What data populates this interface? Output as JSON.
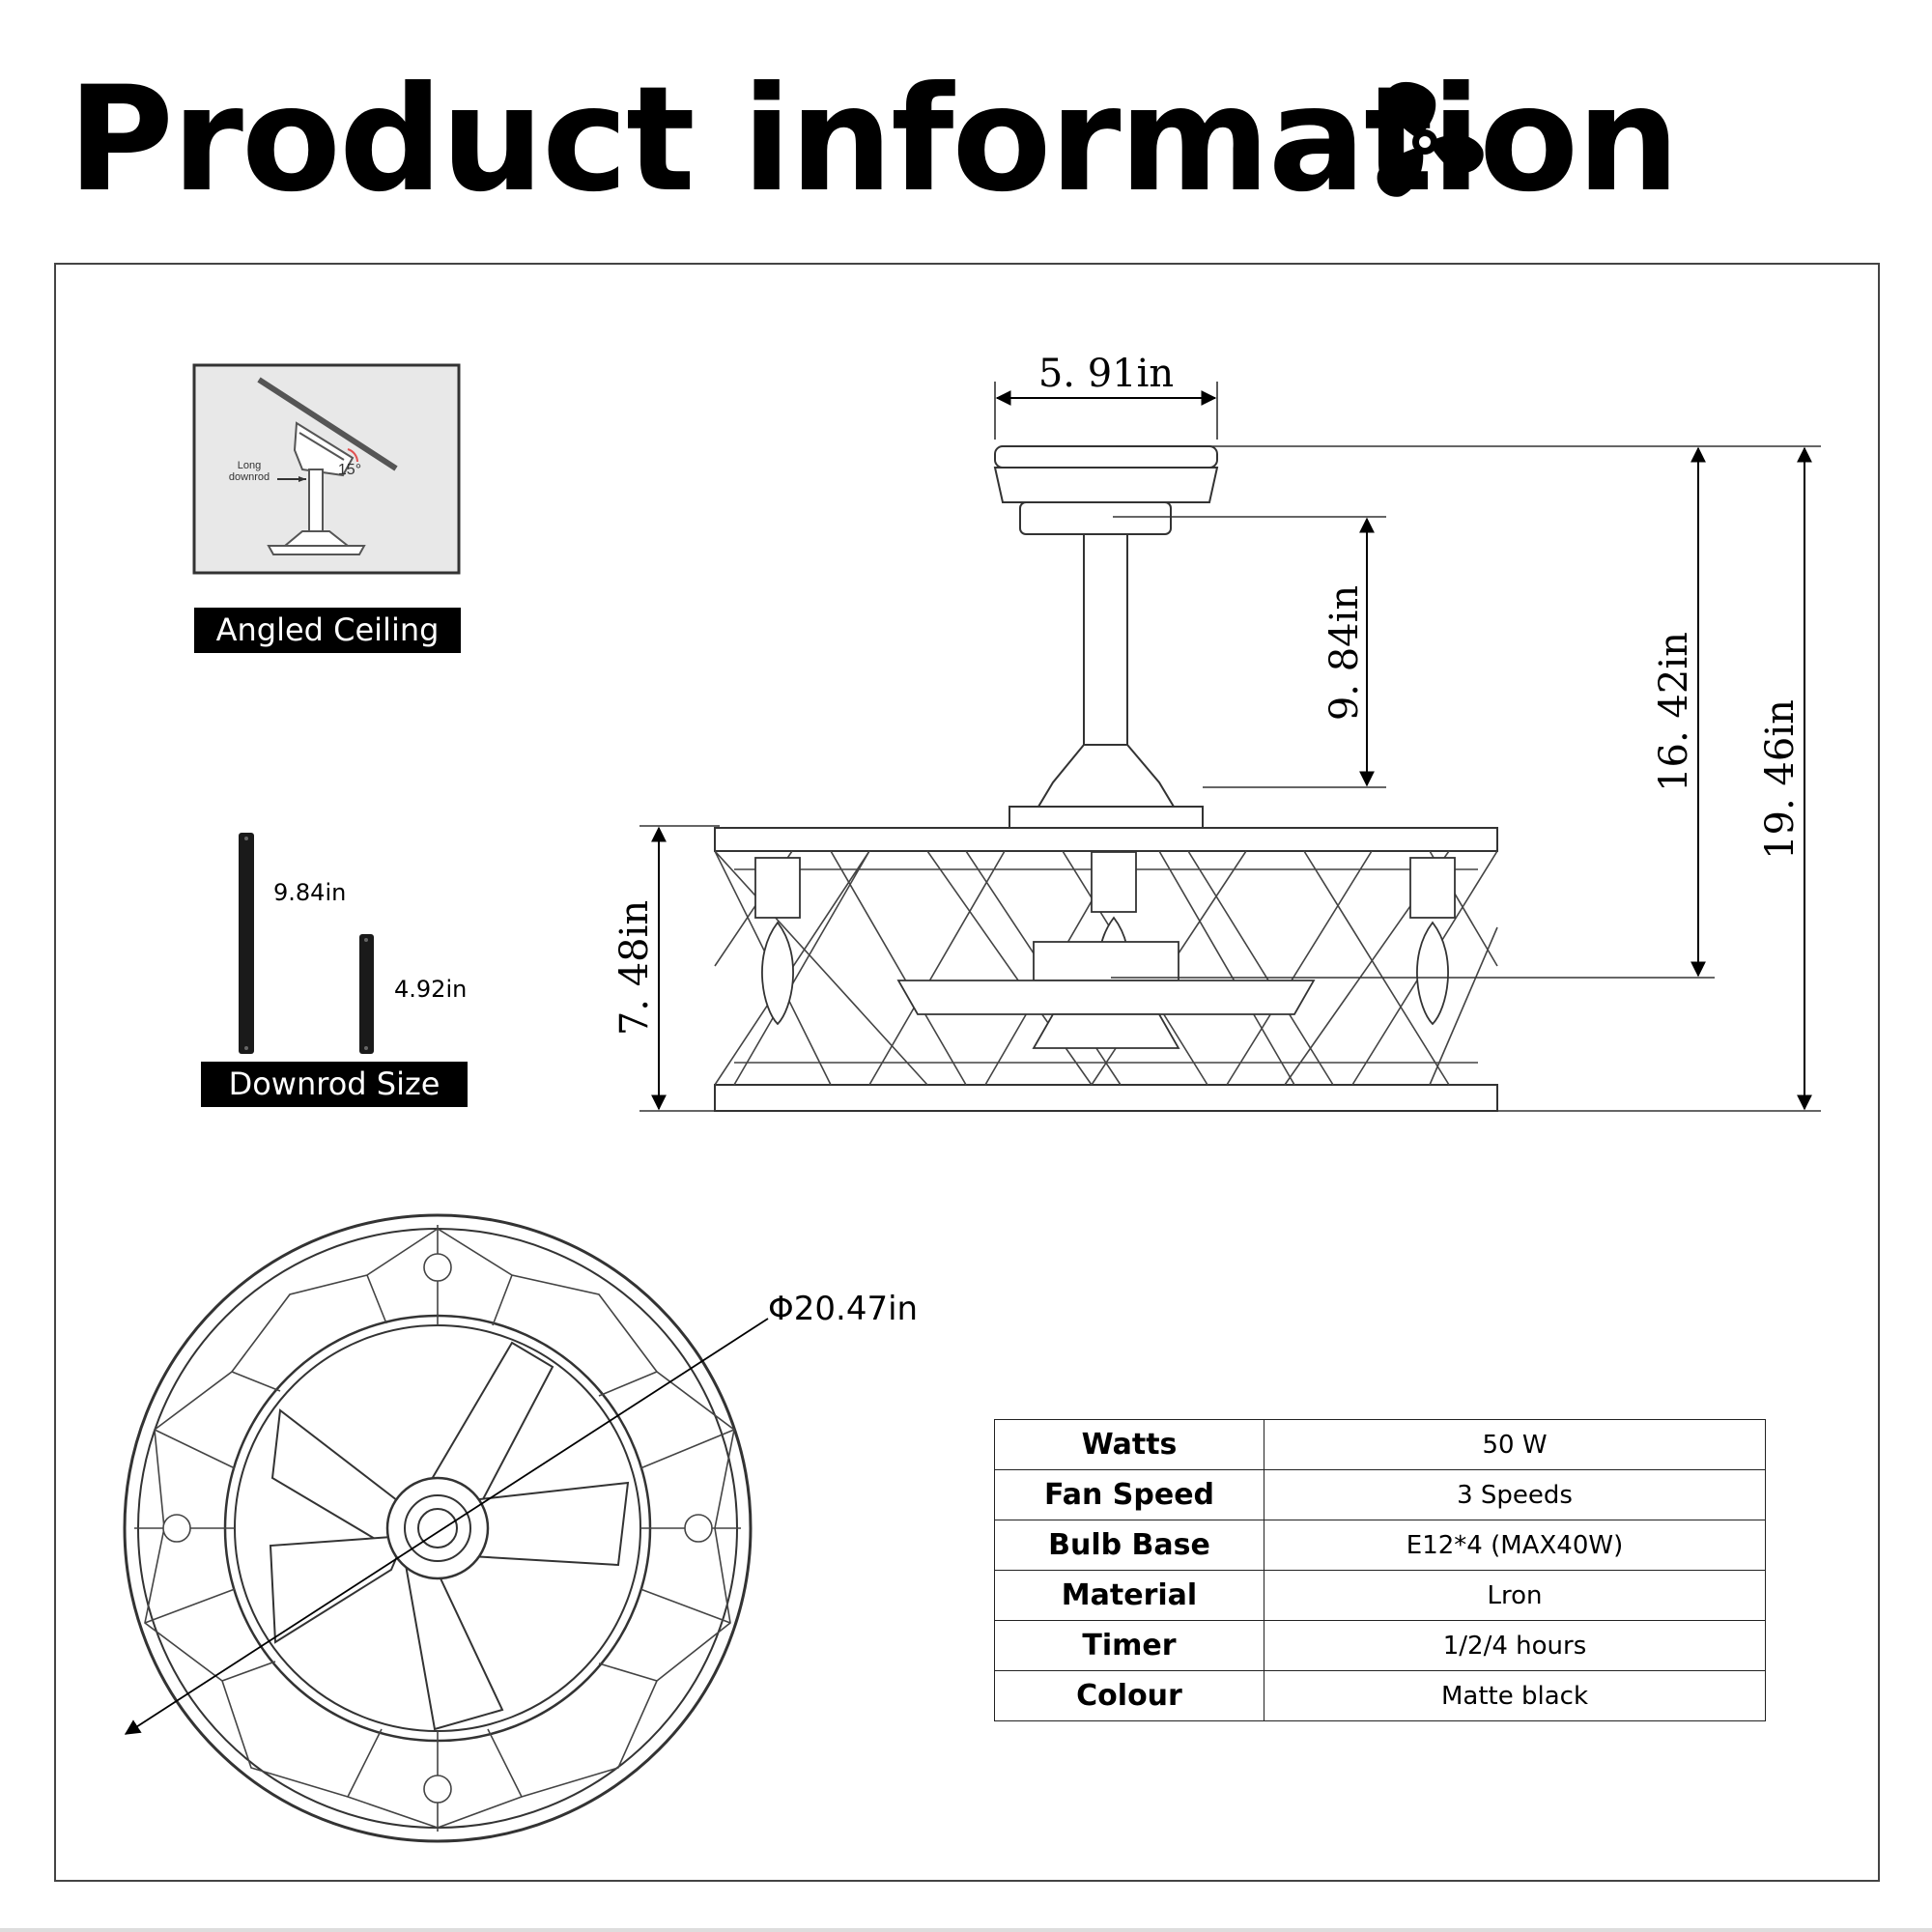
{
  "title": "Product information",
  "icons": {
    "title_icon": "fan-icon"
  },
  "captions": {
    "angled": "Angled Ceiling",
    "downrod": "Downrod Size"
  },
  "angled_inset": {
    "rod_label_line1": "Long",
    "rod_label_line2": "downrod",
    "angle": "15°"
  },
  "downrods": {
    "long": "9.84in",
    "short": "4.92in"
  },
  "dimensions": {
    "canopy_width": "5. 91in",
    "downrod_length": "9. 84in",
    "to_blades": "16. 42in",
    "total_height": "19. 46in",
    "cage_height": "7. 48in",
    "diameter": "Φ20.47in"
  },
  "specs": {
    "rows": [
      {
        "label": "Watts",
        "value": "50 W"
      },
      {
        "label": "Fan Speed",
        "value": "3 Speeds"
      },
      {
        "label": "Bulb Base",
        "value": "E12*4  (MAX40W)"
      },
      {
        "label": "Material",
        "value": "Lron"
      },
      {
        "label": "Timer",
        "value": "1/2/4 hours"
      },
      {
        "label": "Colour",
        "value": "Matte black"
      }
    ]
  },
  "colors": {
    "ink": "#000000",
    "line": "#333333",
    "inset_bg": "#e8e8e8",
    "angle_mark": "#e05050"
  }
}
